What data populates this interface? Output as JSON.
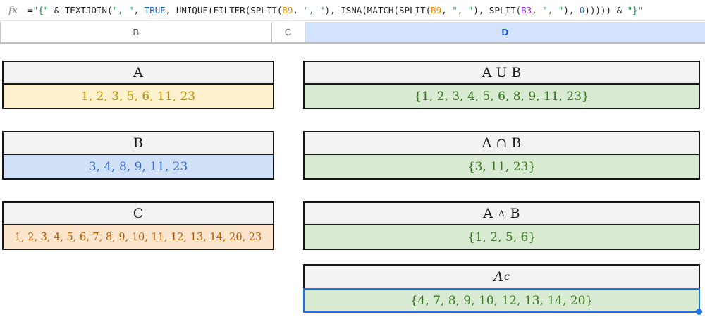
{
  "formula_bar": {
    "fx_label": "fx",
    "full_text": "=\"{\" & TEXTJOIN(\", \", TRUE, UNIQUE(FILTER(SPLIT(B9, \", \"), ISNA(MATCH(SPLIT(B9, \", \"), SPLIT(B3, \", \"), 0))))) & \"}\"",
    "segments": [
      {
        "text": "=",
        "color": "default"
      },
      {
        "text": "\"{\"",
        "color": "string"
      },
      {
        "text": " & TEXTJOIN(",
        "color": "default"
      },
      {
        "text": "\", \"",
        "color": "string"
      },
      {
        "text": ", ",
        "color": "default"
      },
      {
        "text": "TRUE",
        "color": "boolean"
      },
      {
        "text": ", UNIQUE(FILTER(SPLIT(",
        "color": "default"
      },
      {
        "text": "B9",
        "color": "ref1"
      },
      {
        "text": ", ",
        "color": "default"
      },
      {
        "text": "\", \"",
        "color": "string"
      },
      {
        "text": "), ISNA(MATCH(SPLIT(",
        "color": "default"
      },
      {
        "text": "B9",
        "color": "ref1"
      },
      {
        "text": ", ",
        "color": "default"
      },
      {
        "text": "\", \"",
        "color": "string"
      },
      {
        "text": "), SPLIT(",
        "color": "default"
      },
      {
        "text": "B3",
        "color": "ref2"
      },
      {
        "text": ", ",
        "color": "default"
      },
      {
        "text": "\", \"",
        "color": "string"
      },
      {
        "text": "), ",
        "color": "default"
      },
      {
        "text": "0",
        "color": "number"
      },
      {
        "text": "))))) & ",
        "color": "default"
      },
      {
        "text": "\"}\"",
        "color": "string"
      }
    ]
  },
  "column_headers": [
    {
      "label": "B",
      "selected": false
    },
    {
      "label": "C",
      "selected": false
    },
    {
      "label": "D",
      "selected": true
    }
  ],
  "boxes": [
    {
      "title": "A",
      "value": "1, 2, 3, 5, 6, 11, 23",
      "theme": "yellow",
      "selected": false
    },
    {
      "title": "B",
      "value": "3, 4, 8, 9, 11, 23",
      "theme": "blue",
      "selected": false
    },
    {
      "title": "C",
      "value": "1, 2, 3, 4, 5, 6, 7, 8, 9, 10, 11, 12, 13, 14, 20, 23",
      "theme": "orange",
      "selected": false
    },
    {
      "title": "A U B",
      "value": "{1, 2, 3, 4, 5, 6, 8, 9, 11, 23}",
      "theme": "green",
      "selected": false
    },
    {
      "title": "A ∩ B",
      "value": "{3, 11, 23}",
      "theme": "green",
      "selected": false
    },
    {
      "title_a": "A ",
      "title_sym": "∆",
      "title_b": " B",
      "value": "{1, 2, 5, 6}",
      "theme": "green",
      "selected": false
    },
    {
      "title_main": "A",
      "title_sub": "c",
      "value": "{4, 7, 8, 9, 10, 12, 13, 14, 20}",
      "theme": "green",
      "selected": true
    }
  ],
  "palette": {
    "selection_blue": "#1a73e8",
    "selected_column_header_bg": "#d3e3fd",
    "selected_column_header_text": "#0b57d0",
    "box_border": "#141414",
    "box_header_bg": "#f2f2f2",
    "yellow_bg": "#fdf0cd",
    "yellow_text": "#bf9000",
    "blue_bg": "#cfe0f7",
    "blue_text": "#3568c4",
    "orange_bg": "#fce5cd",
    "orange_text": "#b45f06",
    "green_bg": "#d9ead3",
    "green_text": "#38761d",
    "formula_string": "#188038",
    "formula_boolean": "#1967d2",
    "formula_number": "#1967d2",
    "formula_ref1": "#ea8d00",
    "formula_ref2": "#9334e6"
  }
}
